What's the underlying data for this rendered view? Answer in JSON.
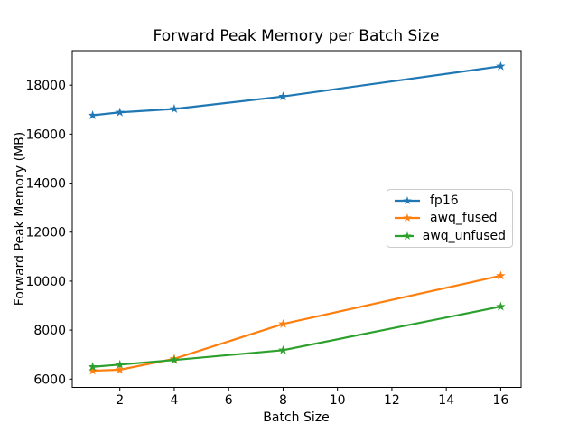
{
  "figure": {
    "title": "Forward Peak Memory per Batch Size",
    "xlabel": "Batch Size",
    "ylabel": "Forward Peak Memory (MB)"
  },
  "chart_data": {
    "type": "line",
    "title": "Forward Peak Memory per Batch Size",
    "xlabel": "Batch Size",
    "ylabel": "Forward Peak Memory (MB)",
    "x": [
      1,
      2,
      4,
      8,
      16
    ],
    "series": [
      {
        "name": "fp16",
        "color": "#1f77b4",
        "marker": "star",
        "values": [
          16770,
          16890,
          17030,
          17540,
          18770
        ]
      },
      {
        "name": "awq_fused",
        "color": "#ff7f0e",
        "marker": "star",
        "values": [
          6340,
          6380,
          6830,
          8250,
          10220
        ]
      },
      {
        "name": "awq_unfused",
        "color": "#2ca02c",
        "marker": "star",
        "values": [
          6500,
          6590,
          6780,
          7180,
          8960
        ]
      }
    ],
    "xticks": [
      2,
      4,
      6,
      8,
      10,
      12,
      14,
      16
    ],
    "yticks": [
      6000,
      8000,
      10000,
      12000,
      14000,
      16000,
      18000
    ],
    "xlim": [
      0.25,
      16.75
    ],
    "ylim": [
      5660,
      19410
    ],
    "grid": false,
    "legend_position": "center right",
    "axis_color": "#000000",
    "background_color": "#ffffff"
  }
}
